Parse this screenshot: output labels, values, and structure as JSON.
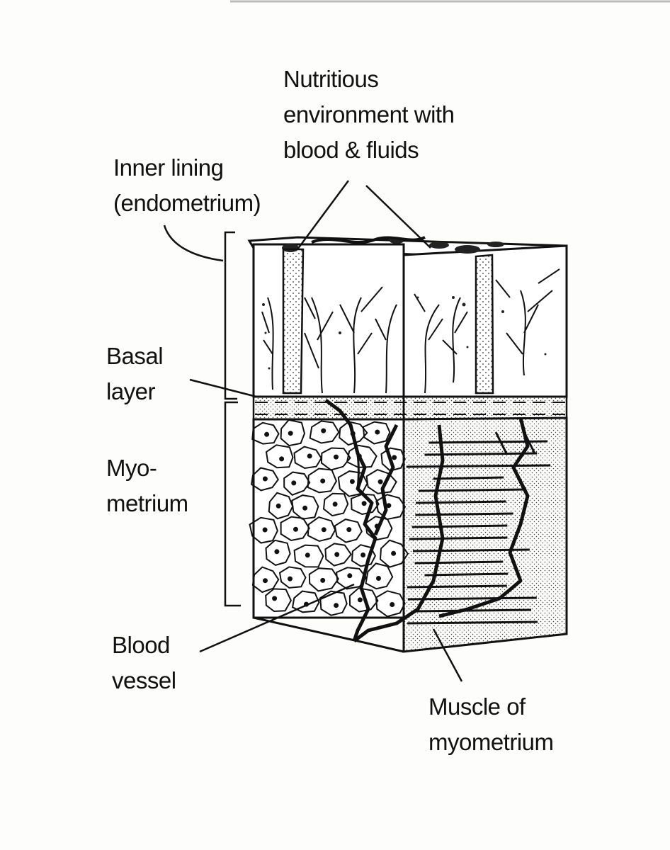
{
  "labels": {
    "nutritious": [
      "Nutritious",
      "environment with",
      "blood & fluids"
    ],
    "inner_lining": [
      "Inner lining",
      "(endometrium)"
    ],
    "basal": [
      "Basal",
      "layer"
    ],
    "myometrium": [
      "Myo-",
      "metrium"
    ],
    "blood_vessel": [
      "Blood",
      "vessel"
    ],
    "muscle": [
      "Muscle of",
      "myometrium"
    ]
  },
  "colors": {
    "ink": "#111111",
    "background": "#fdfdfc"
  }
}
